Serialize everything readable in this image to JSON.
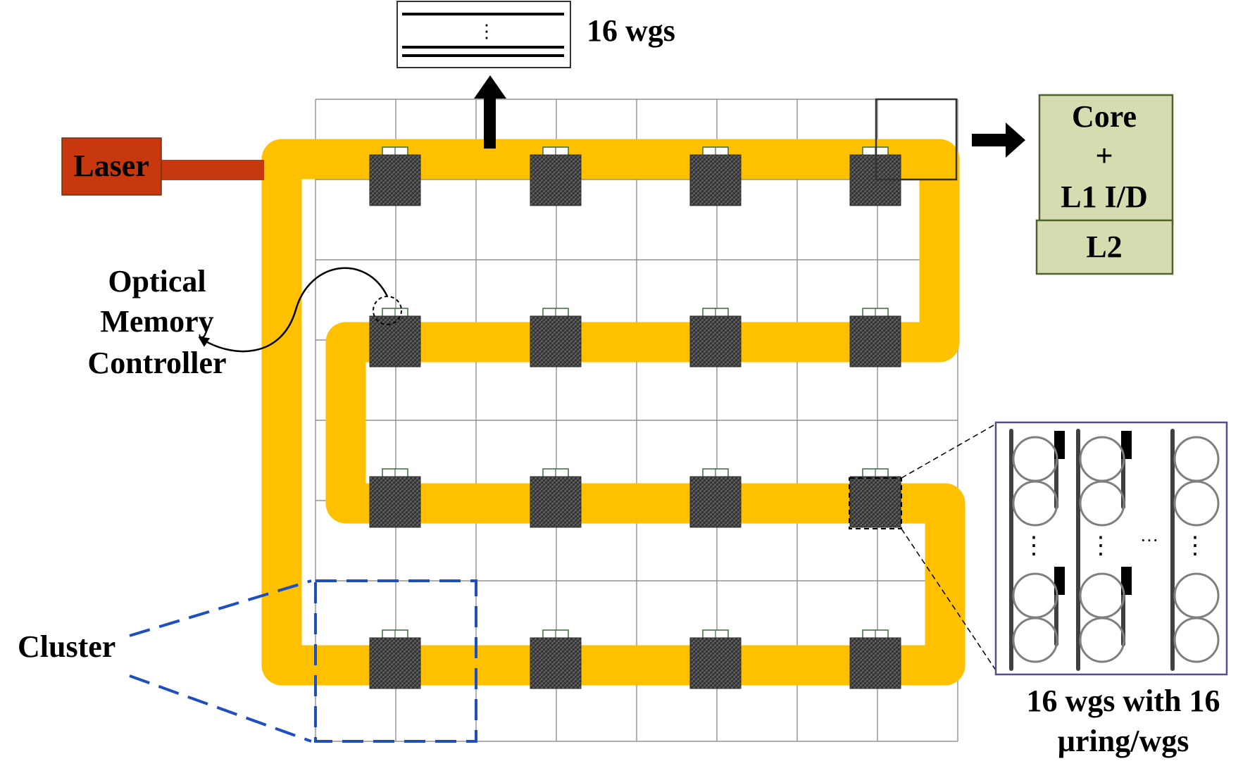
{
  "labels": {
    "laser": "Laser",
    "top_wgs": "16 wgs",
    "controller_line1": "Optical",
    "controller_line2": "Memory",
    "controller_line3": "Controller",
    "cluster": "Cluster",
    "core": "Core",
    "plus": "+",
    "l1": "L1 I/D",
    "l2": "L2",
    "bottom_line1": "16 wgs with 16",
    "bottom_line2": "µring/wgs",
    "top_dots": "⋮",
    "ring_dots": "⋮",
    "ring_hdots": "···"
  },
  "colors": {
    "waveguide": "#FFC000",
    "laser_fill": "#C8380E",
    "laser_bar": "#C8380E",
    "core_fill": "#D6DCB0",
    "core_border": "#4F6228",
    "node_fill": "#3F3F3F",
    "cluster_border": "#1F4FBF",
    "ring_panel_border": "#5B4B8A",
    "grid": "#7F7F7F",
    "ring": "#7F7F7F"
  },
  "grid": {
    "columns": 8,
    "rows": 8
  },
  "nodes": {
    "rows": 4,
    "columns": 4,
    "selected_node": "row-3-col-4"
  },
  "ring_panel": {
    "waveguides_shown": 3,
    "rings_per_group": 2
  }
}
